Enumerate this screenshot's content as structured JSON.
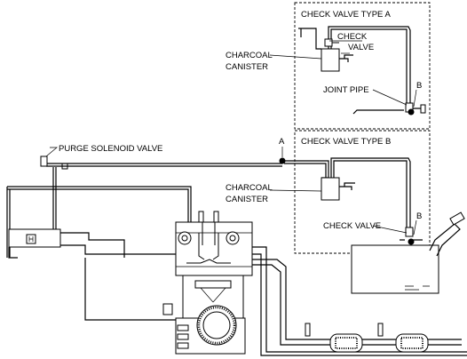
{
  "labels": {
    "check_valve_type_a": "CHECK VALVE TYPE A",
    "check_valve_type_b": "CHECK VALVE TYPE B",
    "check_valve_a_line1": "CHECK",
    "check_valve_a_line2": "VALVE",
    "charcoal_canister_a_line1": "CHARCOAL",
    "charcoal_canister_a_line2": "CANISTER",
    "charcoal_canister_b_line1": "CHARCOAL",
    "charcoal_canister_b_line2": "CANISTER",
    "joint_pipe": "JOINT PIPE",
    "check_valve_b": "CHECK VALVE",
    "purge_solenoid_valve": "PURGE SOLENOID VALVE",
    "point_a": "A",
    "point_b_top": "B",
    "point_b_bottom": "B"
  }
}
